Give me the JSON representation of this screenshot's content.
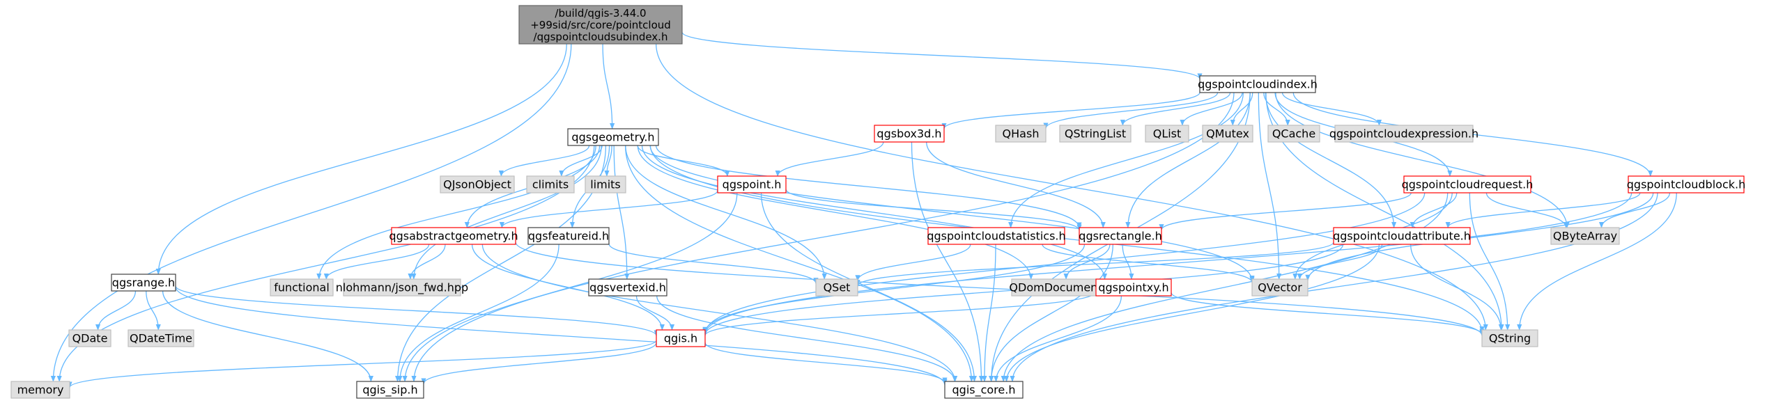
{
  "colors": {
    "edge": "#63b8ff",
    "node_border_default": "#404040",
    "node_border_red": "#ff0000",
    "node_border_gray": "#bfbfbf",
    "node_fill_white": "#ffffff",
    "node_fill_gray": "#e0e0e0",
    "root_fill": "#999999",
    "root_border": "#666666",
    "text": "#000000"
  },
  "nodes": [
    {
      "id": "root",
      "lines": [
        "/build/qgis-3.44.0",
        "+99sid/src/core/pointcloud",
        "/qgspointcloudsubindex.h"
      ],
      "style": "root"
    },
    {
      "id": "qgspointcloudindex",
      "lines": [
        "qgspointcloudindex.h"
      ],
      "style": "default"
    },
    {
      "id": "qgsgeometry",
      "lines": [
        "qgsgeometry.h"
      ],
      "style": "default"
    },
    {
      "id": "qgsbox3d",
      "lines": [
        "qgsbox3d.h"
      ],
      "style": "red"
    },
    {
      "id": "QHash",
      "lines": [
        "QHash"
      ],
      "style": "gray"
    },
    {
      "id": "QStringList",
      "lines": [
        "QStringList"
      ],
      "style": "gray"
    },
    {
      "id": "QList",
      "lines": [
        "QList"
      ],
      "style": "gray"
    },
    {
      "id": "QMutex",
      "lines": [
        "QMutex"
      ],
      "style": "gray"
    },
    {
      "id": "QCache",
      "lines": [
        "QCache"
      ],
      "style": "gray"
    },
    {
      "id": "qgspointcloudexpression",
      "lines": [
        "qgspointcloudexpression.h"
      ],
      "style": "gray"
    },
    {
      "id": "QJsonObject",
      "lines": [
        "QJsonObject"
      ],
      "style": "gray"
    },
    {
      "id": "climits",
      "lines": [
        "climits"
      ],
      "style": "gray"
    },
    {
      "id": "limits",
      "lines": [
        "limits"
      ],
      "style": "gray"
    },
    {
      "id": "qgspoint",
      "lines": [
        "qgspoint.h"
      ],
      "style": "red"
    },
    {
      "id": "qgspointcloudrequest",
      "lines": [
        "qgspointcloudrequest.h"
      ],
      "style": "red"
    },
    {
      "id": "qgspointcloudblock",
      "lines": [
        "qgspointcloudblock.h"
      ],
      "style": "red"
    },
    {
      "id": "qgsabstractgeometry",
      "lines": [
        "qgsabstractgeometry.h"
      ],
      "style": "red"
    },
    {
      "id": "qgsfeatureid",
      "lines": [
        "qgsfeatureid.h"
      ],
      "style": "default"
    },
    {
      "id": "qgspointcloudstatistics",
      "lines": [
        "qgspointcloudstatistics.h"
      ],
      "style": "red"
    },
    {
      "id": "qgsrectangle",
      "lines": [
        "qgsrectangle.h"
      ],
      "style": "red"
    },
    {
      "id": "qgspointcloudattribute",
      "lines": [
        "qgspointcloudattribute.h"
      ],
      "style": "red"
    },
    {
      "id": "QByteArray",
      "lines": [
        "QByteArray"
      ],
      "style": "gray"
    },
    {
      "id": "qgsrange",
      "lines": [
        "qgsrange.h"
      ],
      "style": "default"
    },
    {
      "id": "functional",
      "lines": [
        "functional"
      ],
      "style": "gray"
    },
    {
      "id": "json_fwd",
      "lines": [
        "nlohmann/json_fwd.hpp"
      ],
      "style": "gray"
    },
    {
      "id": "qgsvertexid",
      "lines": [
        "qgsvertexid.h"
      ],
      "style": "default"
    },
    {
      "id": "QSet",
      "lines": [
        "QSet"
      ],
      "style": "gray"
    },
    {
      "id": "QDomDocument",
      "lines": [
        "QDomDocument"
      ],
      "style": "gray"
    },
    {
      "id": "qgspointxy",
      "lines": [
        "qgspointxy.h"
      ],
      "style": "red"
    },
    {
      "id": "QVector",
      "lines": [
        "QVector"
      ],
      "style": "gray"
    },
    {
      "id": "QDate",
      "lines": [
        "QDate"
      ],
      "style": "gray"
    },
    {
      "id": "QDateTime",
      "lines": [
        "QDateTime"
      ],
      "style": "gray"
    },
    {
      "id": "qgis",
      "lines": [
        "qgis.h"
      ],
      "style": "red"
    },
    {
      "id": "QString",
      "lines": [
        "QString"
      ],
      "style": "gray"
    },
    {
      "id": "memory",
      "lines": [
        "memory"
      ],
      "style": "gray"
    },
    {
      "id": "qgis_sip",
      "lines": [
        "qgis_sip.h"
      ],
      "style": "default"
    },
    {
      "id": "qgis_core",
      "lines": [
        "qgis_core.h"
      ],
      "style": "default"
    }
  ],
  "edges": [
    [
      "root",
      "qgspointcloudindex"
    ],
    [
      "root",
      "qgsgeometry"
    ],
    [
      "root",
      "qgsrange"
    ],
    [
      "root",
      "memory"
    ],
    [
      "root",
      "QString"
    ],
    [
      "qgspointcloudindex",
      "qgsbox3d"
    ],
    [
      "qgspointcloudindex",
      "QHash"
    ],
    [
      "qgspointcloudindex",
      "QStringList"
    ],
    [
      "qgspointcloudindex",
      "QList"
    ],
    [
      "qgspointcloudindex",
      "QMutex"
    ],
    [
      "qgspointcloudindex",
      "QCache"
    ],
    [
      "qgspointcloudindex",
      "qgspointcloudexpression"
    ],
    [
      "qgspointcloudindex",
      "qgspointcloudrequest"
    ],
    [
      "qgspointcloudindex",
      "qgspointcloudblock"
    ],
    [
      "qgspointcloudindex",
      "qgspointcloudstatistics"
    ],
    [
      "qgspointcloudindex",
      "qgsrectangle"
    ],
    [
      "qgspointcloudindex",
      "qgspointcloudattribute"
    ],
    [
      "qgspointcloudindex",
      "QByteArray"
    ],
    [
      "qgspointcloudindex",
      "QVector"
    ],
    [
      "qgspointcloudindex",
      "QString"
    ],
    [
      "qgspointcloudindex",
      "qgis_sip"
    ],
    [
      "qgspointcloudindex",
      "qgis_core"
    ],
    [
      "qgsgeometry",
      "QJsonObject"
    ],
    [
      "qgsgeometry",
      "climits"
    ],
    [
      "qgsgeometry",
      "limits"
    ],
    [
      "qgsgeometry",
      "qgspoint"
    ],
    [
      "qgsgeometry",
      "qgsabstractgeometry"
    ],
    [
      "qgsgeometry",
      "qgsfeatureid"
    ],
    [
      "qgsgeometry",
      "functional"
    ],
    [
      "qgsgeometry",
      "json_fwd"
    ],
    [
      "qgsgeometry",
      "qgsvertexid"
    ],
    [
      "qgsgeometry",
      "QSet"
    ],
    [
      "qgsgeometry",
      "QDomDocument"
    ],
    [
      "qgsgeometry",
      "qgspointxy"
    ],
    [
      "qgsgeometry",
      "QVector"
    ],
    [
      "qgsgeometry",
      "QString"
    ],
    [
      "qgsgeometry",
      "memory"
    ],
    [
      "qgsgeometry",
      "qgis_sip"
    ],
    [
      "qgsgeometry",
      "qgis_core"
    ],
    [
      "qgsgeometry",
      "qgsrectangle"
    ],
    [
      "qgsbox3d",
      "qgspoint"
    ],
    [
      "qgsbox3d",
      "qgsrectangle"
    ],
    [
      "qgsbox3d",
      "qgis_core"
    ],
    [
      "qgspoint",
      "qgsabstractgeometry"
    ],
    [
      "qgspoint",
      "qgsrectangle"
    ],
    [
      "qgspoint",
      "qgis_core"
    ],
    [
      "qgspoint",
      "qgis_sip"
    ],
    [
      "qgspointcloudrequest",
      "qgspointcloudattribute"
    ],
    [
      "qgspointcloudrequest",
      "qgsrectangle"
    ],
    [
      "qgspointcloudrequest",
      "QVector"
    ],
    [
      "qgspointcloudrequest",
      "QString"
    ],
    [
      "qgspointcloudrequest",
      "qgis_core"
    ],
    [
      "qgspointcloudrequest",
      "qgis"
    ],
    [
      "qgspointcloudrequest",
      "QByteArray"
    ],
    [
      "qgspointcloudblock",
      "qgspointcloudattribute"
    ],
    [
      "qgspointcloudblock",
      "QByteArray"
    ],
    [
      "qgspointcloudblock",
      "QVector"
    ],
    [
      "qgspointcloudblock",
      "QString"
    ],
    [
      "qgspointcloudblock",
      "qgis_core"
    ],
    [
      "qgspointcloudblock",
      "qgis"
    ],
    [
      "qgsabstractgeometry",
      "functional"
    ],
    [
      "qgsabstractgeometry",
      "json_fwd"
    ],
    [
      "qgsabstractgeometry",
      "QString"
    ],
    [
      "qgsabstractgeometry",
      "qgis"
    ],
    [
      "qgsabstractgeometry",
      "qgis_core"
    ],
    [
      "qgsfeatureid",
      "QSet"
    ],
    [
      "qgsfeatureid",
      "qgis_sip"
    ],
    [
      "qgspointcloudstatistics",
      "QSet"
    ],
    [
      "qgspointcloudstatistics",
      "QVector"
    ],
    [
      "qgspointcloudstatistics",
      "qgis_core"
    ],
    [
      "qgsrectangle",
      "QDomDocument"
    ],
    [
      "qgsrectangle",
      "qgspointxy"
    ],
    [
      "qgsrectangle",
      "qgis"
    ],
    [
      "qgsrectangle",
      "qgis_core"
    ],
    [
      "qgspointcloudattribute",
      "QSet"
    ],
    [
      "qgspointcloudattribute",
      "QVector"
    ],
    [
      "qgspointcloudattribute",
      "QString"
    ],
    [
      "qgspointcloudattribute",
      "qgis"
    ],
    [
      "qgspointcloudattribute",
      "qgis_core"
    ],
    [
      "qgsrange",
      "QDate"
    ],
    [
      "qgsrange",
      "QDateTime"
    ],
    [
      "qgsrange",
      "qgis"
    ],
    [
      "qgsrange",
      "qgis_sip"
    ],
    [
      "qgsrange",
      "qgis_core"
    ],
    [
      "qgsvertexid",
      "qgis"
    ],
    [
      "qgsvertexid",
      "qgis_core"
    ],
    [
      "qgspointxy",
      "qgis"
    ],
    [
      "qgspointxy",
      "QString"
    ],
    [
      "qgspointxy",
      "qgis_core"
    ],
    [
      "qgis",
      "memory"
    ],
    [
      "qgis",
      "qgis_sip"
    ],
    [
      "qgis",
      "qgis_core"
    ]
  ]
}
